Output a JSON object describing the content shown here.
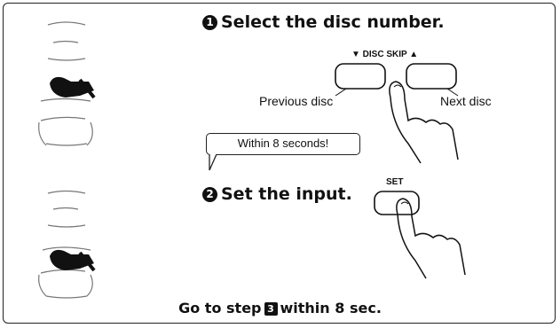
{
  "step1": {
    "number": "1",
    "title": "Select the disc number.",
    "button_group_label": "▼ DISC SKIP ▲",
    "prev_label": "Previous disc",
    "next_label": "Next disc"
  },
  "tip": {
    "text": "Within 8 seconds!"
  },
  "step2": {
    "number": "2",
    "title": "Set the input.",
    "button_label": "SET"
  },
  "footer": {
    "prefix": "Go to step",
    "step_ref": "3",
    "suffix": "within 8 sec."
  },
  "icons": [
    "remote-control-icon",
    "pointing-hand-icon",
    "finger-press-icon"
  ]
}
